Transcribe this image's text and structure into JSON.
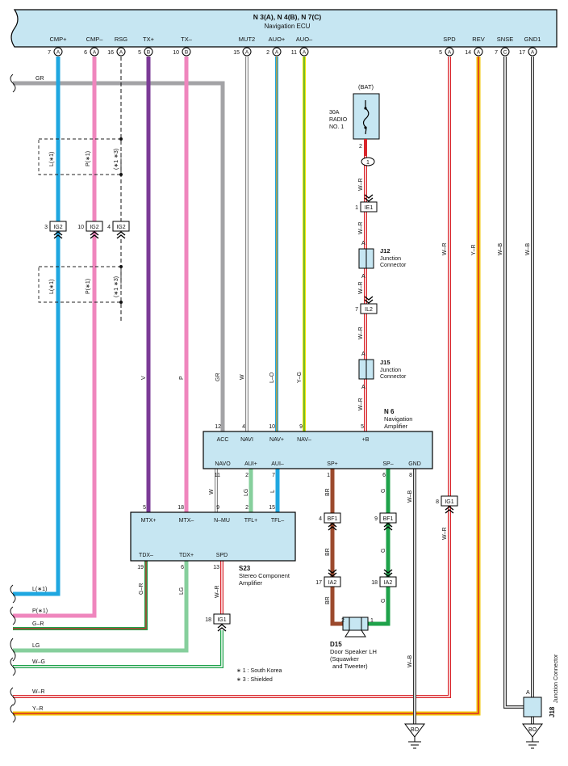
{
  "colors": {
    "comp_fill": "#c6e6f2",
    "L": "#1fa7e0",
    "P": "#ef86bd",
    "GR": "#a3a3a6",
    "V": "#7b3a96",
    "LG": "#86cf9c",
    "G": "#1ea24a",
    "BR": "#9c4a2d",
    "R": "#d9262c",
    "Y": "#f2c700",
    "B": "#333333",
    "O": "#ff9a00",
    "W": "#ffffff"
  },
  "ecu": {
    "title": "N 3(A), N 4(B), N 7(C)",
    "subtitle": "Navigation ECU",
    "pins": [
      {
        "label": "CMP+",
        "num": "7",
        "conn": "A"
      },
      {
        "label": "CMP–",
        "num": "6",
        "conn": "A"
      },
      {
        "label": "RSG",
        "num": "16",
        "conn": "A"
      },
      {
        "label": "TX+",
        "num": "5",
        "conn": "B"
      },
      {
        "label": "TX–",
        "num": "10",
        "conn": "B"
      },
      {
        "label": "MUT2",
        "num": "15",
        "conn": "A"
      },
      {
        "label": "AUO+",
        "num": "2",
        "conn": "A"
      },
      {
        "label": "AUO–",
        "num": "11",
        "conn": "A"
      },
      {
        "label": "SPD",
        "num": "5",
        "conn": "A"
      },
      {
        "label": "REV",
        "num": "14",
        "conn": "A"
      },
      {
        "label": "SNSE",
        "num": "7",
        "conn": "C"
      },
      {
        "label": "GND1",
        "num": "17",
        "conn": "A"
      }
    ]
  },
  "battery": {
    "label": "(BAT)",
    "fuse": [
      "30A",
      "RADIO",
      "NO. 1"
    ],
    "pin": "2",
    "circle_pin": "1"
  },
  "wire_colors": {
    "gr": "GR",
    "l": "L",
    "p": "P",
    "v": "V",
    "w": "W",
    "lo": "L–O",
    "yg": "Y–G",
    "wr": "W–R",
    "yr": "Y–R",
    "wb": "W–B",
    "lg": "LG",
    "gr2": "G–R",
    "wg": "W–G",
    "br": "BR",
    "g": "G",
    "l_s1": "L(∗1)",
    "p_s1": "P(∗1)",
    "s13": "(∗1 ∗3)"
  },
  "connectors": {
    "ig2_l": {
      "pin": "3",
      "name": "IG2"
    },
    "ig2_p": {
      "pin": "10",
      "name": "IG2"
    },
    "ig2_r": {
      "pin": "4",
      "name": "IG2"
    },
    "ie1": {
      "pin": "1",
      "name": "IE1"
    },
    "il2": {
      "pin": "7",
      "name": "IL2"
    },
    "ig1_spd": {
      "pin": "8",
      "name": "IG1"
    },
    "bf1_a": {
      "pin": "4",
      "name": "BF1"
    },
    "bf1_b": {
      "pin": "9",
      "name": "BF1"
    },
    "ia2_a": {
      "pin": "17",
      "name": "IA2"
    },
    "ia2_b": {
      "pin": "18",
      "name": "IA2"
    },
    "ig1_amp": {
      "pin": "18",
      "name": "IG1"
    }
  },
  "j12": {
    "code": "J12",
    "name": "Junction",
    "name2": "Connector",
    "pin": "A"
  },
  "j15": {
    "code": "J15",
    "name": "Junction",
    "name2": "Connector",
    "pin": "A"
  },
  "j18": {
    "code": "J18",
    "name": "Junction Connector",
    "pin": "A"
  },
  "nav_amp": {
    "code": "N 6",
    "name": "Navigation",
    "name2": "Amplifier",
    "top_pins": [
      {
        "num": "12",
        "label": "ACC"
      },
      {
        "num": "4",
        "label": "NAVI"
      },
      {
        "num": "10",
        "label": "NAV+"
      },
      {
        "num": "9",
        "label": "NAV–"
      },
      {
        "num": "5",
        "label": "+B"
      }
    ],
    "bottom_pins": [
      {
        "num": "11",
        "label": "NAVO"
      },
      {
        "num": "2",
        "label": "AUI+"
      },
      {
        "num": "7",
        "label": "AUI–"
      },
      {
        "num": "1",
        "label": "SP+"
      },
      {
        "num": "6",
        "label": "SP–"
      },
      {
        "num": "8",
        "label": "GND"
      }
    ]
  },
  "stereo": {
    "code": "S23",
    "name": "Stereo Component",
    "name2": "Amplifier",
    "top_pins": [
      {
        "num": "5",
        "label": "MTX+"
      },
      {
        "num": "18",
        "label": "MTX–"
      },
      {
        "num": "9",
        "label": "N–MU"
      },
      {
        "num": "2",
        "label": "TFL+"
      },
      {
        "num": "15",
        "label": "TFL–"
      }
    ],
    "bottom_pins": [
      {
        "num": "19",
        "label": "TDX–"
      },
      {
        "num": "6",
        "label": "TDX+"
      },
      {
        "num": "13",
        "label": "SPD"
      }
    ]
  },
  "speaker": {
    "code": "D15",
    "name": "Door Speaker LH",
    "name2": "(Squawker",
    "name3": "and Tweeter)",
    "pin_a": "2",
    "pin_b": "1"
  },
  "notes": [
    "∗ 1 : South Korea",
    "∗ 3 : Shielded"
  ],
  "grounds": {
    "g1": "BO",
    "g2": "BO"
  }
}
